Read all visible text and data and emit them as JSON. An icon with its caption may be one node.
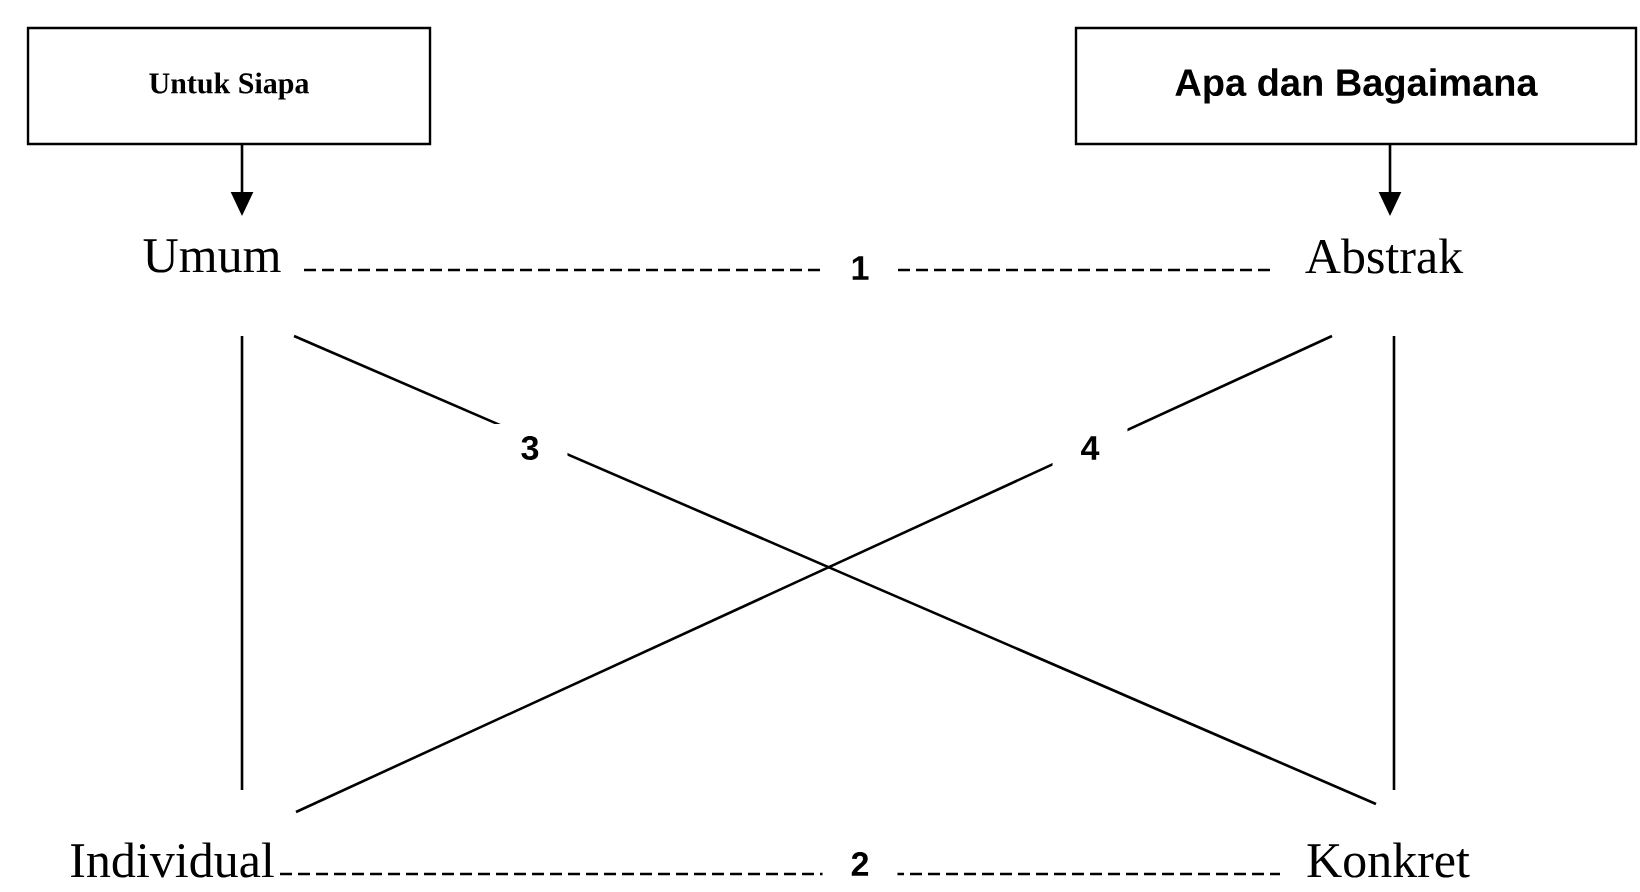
{
  "diagram": {
    "nodes": [
      {
        "text": [
          "Untuk Siapa"
        ]
      },
      {
        "text": [
          "Apa dan Bagaimana"
        ]
      },
      {
        "text": [
          "Umum"
        ]
      },
      {
        "text": [
          "Abstrak"
        ]
      },
      {
        "text": [
          "Individual"
        ]
      },
      {
        "text": [
          "Konkret"
        ]
      }
    ],
    "edges": [
      {
        "from": 0,
        "to": 2,
        "arrow": "to"
      },
      {
        "from": 1,
        "to": 3,
        "arrow": "to"
      },
      {
        "from": 2,
        "to": 3,
        "arrow": "none",
        "label": "1",
        "style": "dashed"
      },
      {
        "from": 4,
        "to": 5,
        "arrow": "none",
        "label": "2",
        "style": "dashed"
      },
      {
        "from": 2,
        "to": 4,
        "arrow": "none"
      },
      {
        "from": 3,
        "to": 5,
        "arrow": "none"
      },
      {
        "from": 2,
        "to": 5,
        "arrow": "none",
        "label": "3"
      },
      {
        "from": 3,
        "to": 4,
        "arrow": "none",
        "label": "4"
      }
    ]
  }
}
